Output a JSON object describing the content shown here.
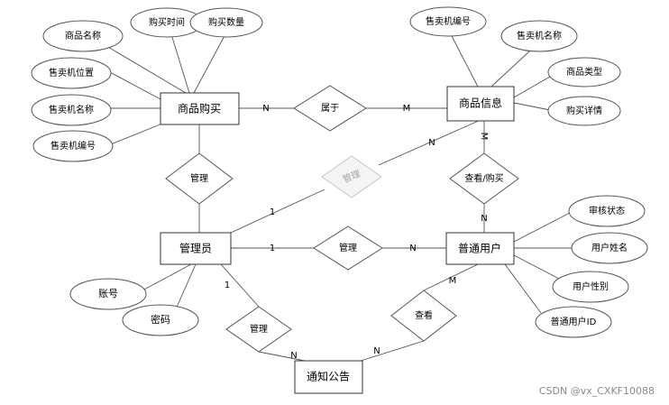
{
  "entities": {
    "purchase": "商品购买",
    "product": "商品信息",
    "admin": "管理员",
    "user": "普通用户",
    "notice": "通知公告"
  },
  "relationships": {
    "belongs": "属于",
    "manage_purchase": "管理",
    "manage_product": "管理",
    "manage_user": "管理",
    "manage_notice": "管理",
    "view_buy": "查看/购买",
    "view_notice": "查看"
  },
  "attributes": {
    "purchase_goods_name": "商品名称",
    "purchase_time": "购买时间",
    "purchase_quantity": "购买数量",
    "purchase_machine_location": "售卖机位置",
    "purchase_machine_name": "售卖机名称",
    "purchase_machine_id": "售卖机编号",
    "product_machine_id": "售卖机编号",
    "product_machine_name": "售卖机名称",
    "product_type": "商品类型",
    "product_detail": "购买详情",
    "user_audit_status": "审核状态",
    "user_name": "用户姓名",
    "user_gender": "用户性别",
    "user_id": "普通用户ID",
    "admin_account": "账号",
    "admin_password": "密码"
  },
  "cardinalities": {
    "purchase_belongs": "N",
    "belongs_product": "M",
    "admin_manage_product": "1",
    "manage_product_to_product": "N",
    "product_viewbuy": "M",
    "viewbuy_user": "N",
    "admin_manage_user": "1",
    "manage_user_to_user": "N",
    "admin_manage_notice": "1",
    "manage_notice_to_notice": "N",
    "notice_view": "N",
    "view_user": "M"
  },
  "watermark": "CSDN @vx_CXKF10088"
}
